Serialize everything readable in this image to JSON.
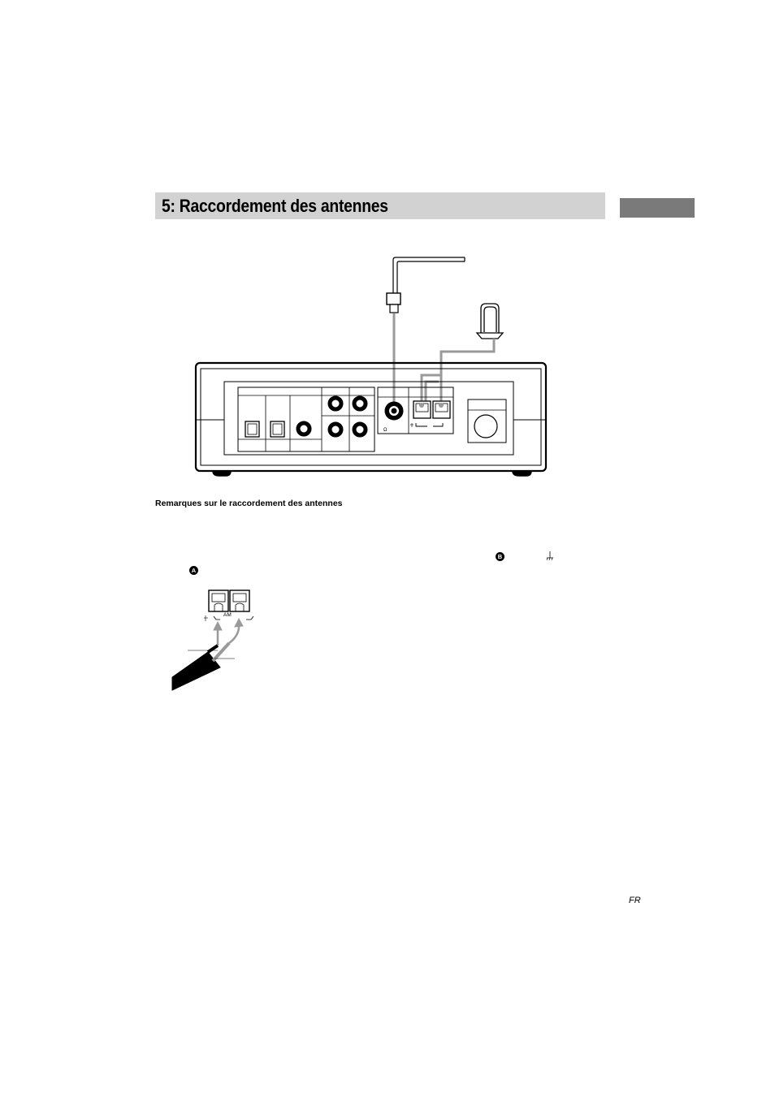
{
  "section": {
    "title": "5: Raccordement des antennes"
  },
  "notes": {
    "heading": "Remarques sur le raccordement des antennes",
    "badge_a": "A",
    "badge_b": "B"
  },
  "detail_figure": {
    "terminal_label": "AM"
  },
  "footer": {
    "language": "FR"
  },
  "colors": {
    "title_band": "#d2d2d2",
    "side_tab": "#7a7a7a",
    "cable_gray": "#9a9a9a"
  }
}
